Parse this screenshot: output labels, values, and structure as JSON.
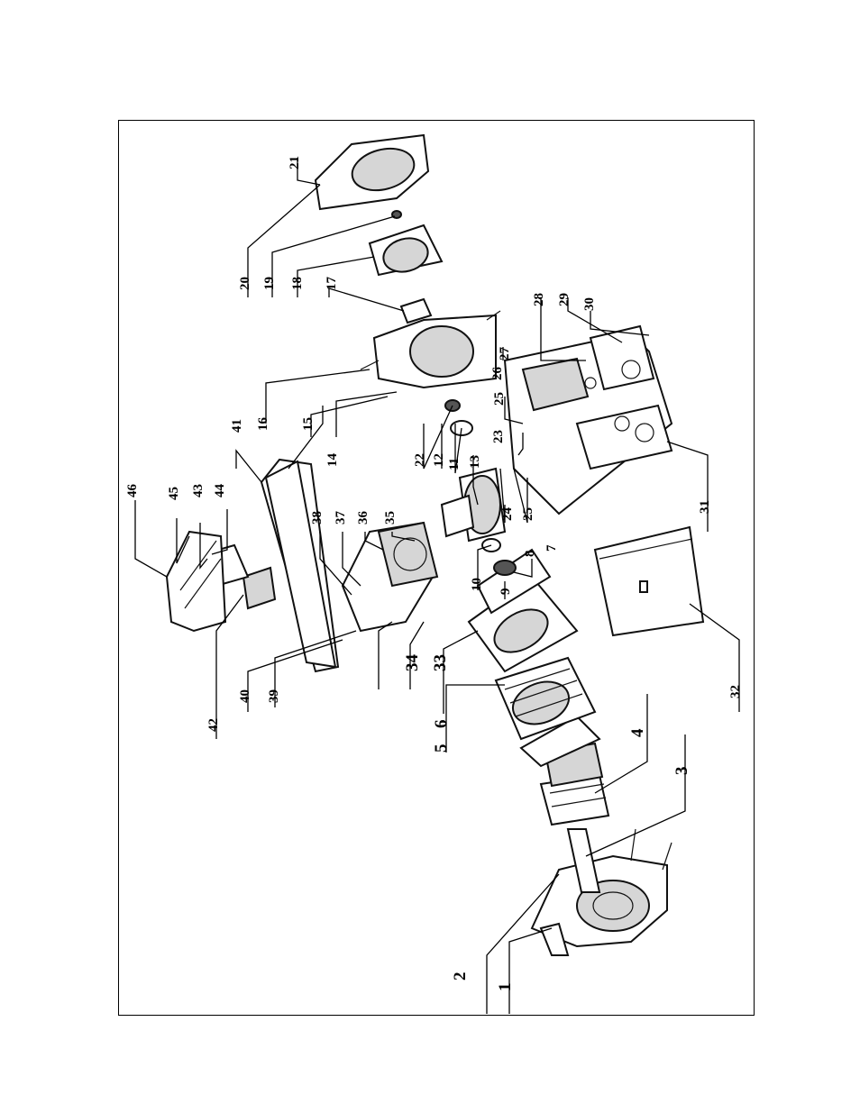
{
  "diagram": {
    "labels": [
      "1",
      "2",
      "3",
      "4",
      "5",
      "6",
      "7",
      "8",
      "9",
      "10",
      "11",
      "12",
      "13",
      "14",
      "15",
      "16",
      "17",
      "18",
      "19",
      "20",
      "21",
      "22",
      "23",
      "24",
      "25",
      "26",
      "27",
      "28",
      "29",
      "30",
      "31",
      "32",
      "33",
      "34",
      "35",
      "36",
      "37",
      "38",
      "39",
      "40",
      "41",
      "42",
      "43",
      "44",
      "45",
      "46"
    ]
  }
}
